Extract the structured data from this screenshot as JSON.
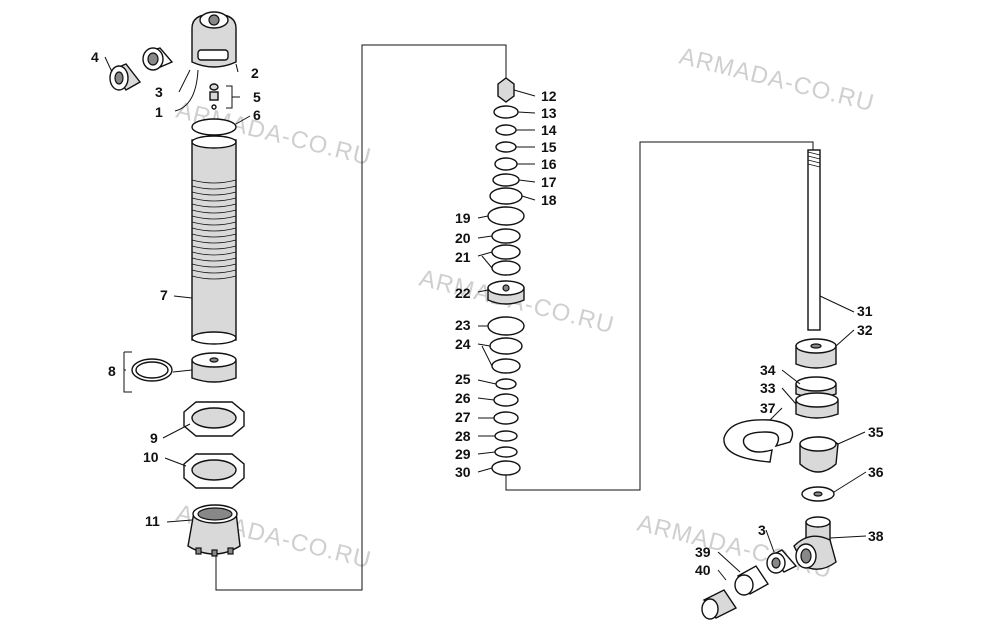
{
  "watermark": "ARMADA-CO.RU",
  "labels": {
    "p1": "1",
    "p2": "2",
    "p3a": "3",
    "p3b": "3",
    "p4": "4",
    "p5": "5",
    "p6": "6",
    "p7": "7",
    "p8": "8",
    "p9": "9",
    "p10": "10",
    "p11": "11",
    "p12": "12",
    "p13": "13",
    "p14": "14",
    "p15": "15",
    "p16": "16",
    "p17": "17",
    "p18": "18",
    "p19": "19",
    "p20": "20",
    "p21": "21",
    "p22": "22",
    "p23": "23",
    "p24": "24",
    "p25": "25",
    "p26": "26",
    "p27": "27",
    "p28": "28",
    "p29": "29",
    "p30": "30",
    "p31": "31",
    "p32": "32",
    "p33": "33",
    "p34": "34",
    "p35": "35",
    "p36": "36",
    "p37": "37",
    "p38": "38",
    "p39": "39",
    "p40": "40"
  }
}
